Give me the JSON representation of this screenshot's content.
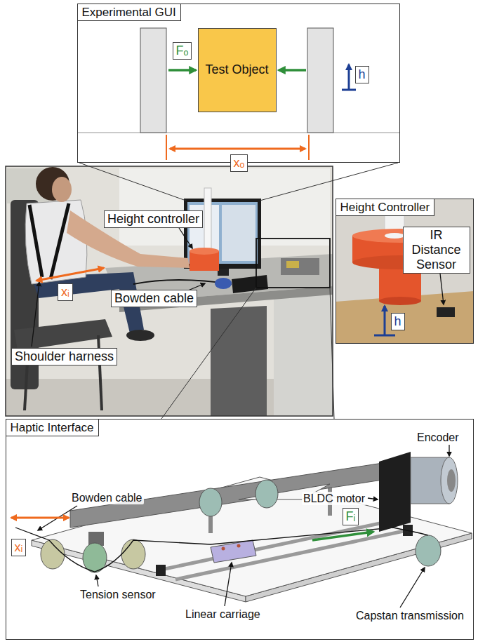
{
  "diagram": {
    "nodes": [
      {
        "text": [
          "Experimental GUI"
        ]
      },
      {
        "text": [
          "Test Object"
        ],
        "in": 0
      },
      {
        "text": [
          "Fₒ"
        ],
        "in": 0
      },
      {
        "text": [
          "h"
        ],
        "in": 0
      },
      {
        "text": [
          "xₒ"
        ],
        "in": 0
      },
      {
        "text": [
          "Height controller"
        ]
      },
      {
        "text": [
          "xᵢ"
        ]
      },
      {
        "text": [
          "Bowden cable"
        ]
      },
      {
        "text": [
          "Shoulder harness"
        ]
      },
      {
        "text": [
          "Height Controller"
        ]
      },
      {
        "text": [
          "IR Distance Sensor"
        ],
        "in": 9
      },
      {
        "text": [
          "h"
        ],
        "in": 9
      },
      {
        "text": [
          "Haptic Interface"
        ]
      },
      {
        "text": [
          "xᵢ"
        ],
        "in": 12
      },
      {
        "text": [
          "Fᵢ"
        ],
        "in": 12
      }
    ],
    "labels": [
      "Encoder",
      "BLDC motor",
      "Bowden cable",
      "Tension sensor",
      "Linear carriage",
      "Capstan transmission"
    ]
  }
}
